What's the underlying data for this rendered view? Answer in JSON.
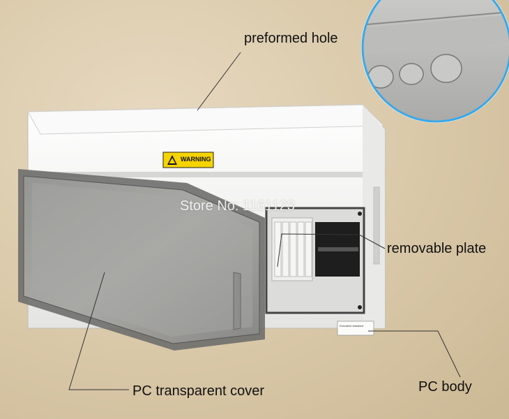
{
  "labels": {
    "preformed_hole": "preformed hole",
    "removable_plate": "removable plate",
    "pc_transparent_cover": "PC transparent cover",
    "pc_body": "PC body"
  },
  "watermark": "Store No: 1161123",
  "warning_sticker": "WARNING",
  "standard_label": "Executive standard",
  "colors": {
    "background": "#d9c8a8",
    "body": "#f2f2f0",
    "callout_ring": "#3aa8e8",
    "warning_yellow": "#f5d400",
    "cover_tint": "#7a7a78"
  }
}
